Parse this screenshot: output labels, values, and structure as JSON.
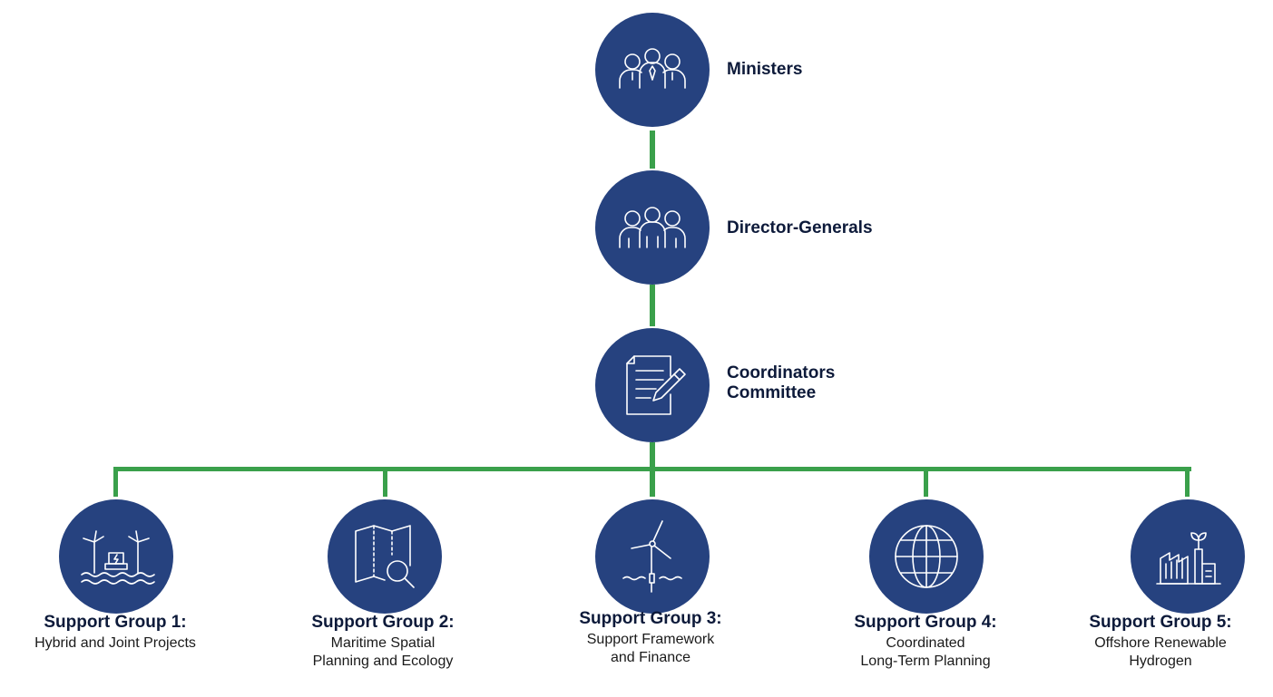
{
  "top_nodes": [
    {
      "label": "Ministers",
      "icon": "people-group-icon"
    },
    {
      "label": "Director-Generals",
      "icon": "team-icon"
    },
    {
      "label": "Coordinators\nCommittee",
      "icon": "document-pen-icon"
    }
  ],
  "support_groups": [
    {
      "title": "Support Group 1:",
      "description": "Hybrid and Joint Projects",
      "icon": "offshore-wind-hub-icon"
    },
    {
      "title": "Support Group 2:",
      "description": "Maritime Spatial\nPlanning and Ecology",
      "icon": "map-search-icon"
    },
    {
      "title": "Support Group 3:",
      "description": "Support Framework\nand Finance",
      "icon": "wind-turbine-icon"
    },
    {
      "title": "Support Group 4:",
      "description": "Coordinated\nLong-Term Planning",
      "icon": "globe-icon"
    },
    {
      "title": "Support Group 5:",
      "description": "Offshore Renewable\nHydrogen",
      "icon": "factory-sprout-icon"
    }
  ],
  "colors": {
    "node": "#26427f",
    "connector": "#3aa04b",
    "text": "#0d1a3a"
  }
}
